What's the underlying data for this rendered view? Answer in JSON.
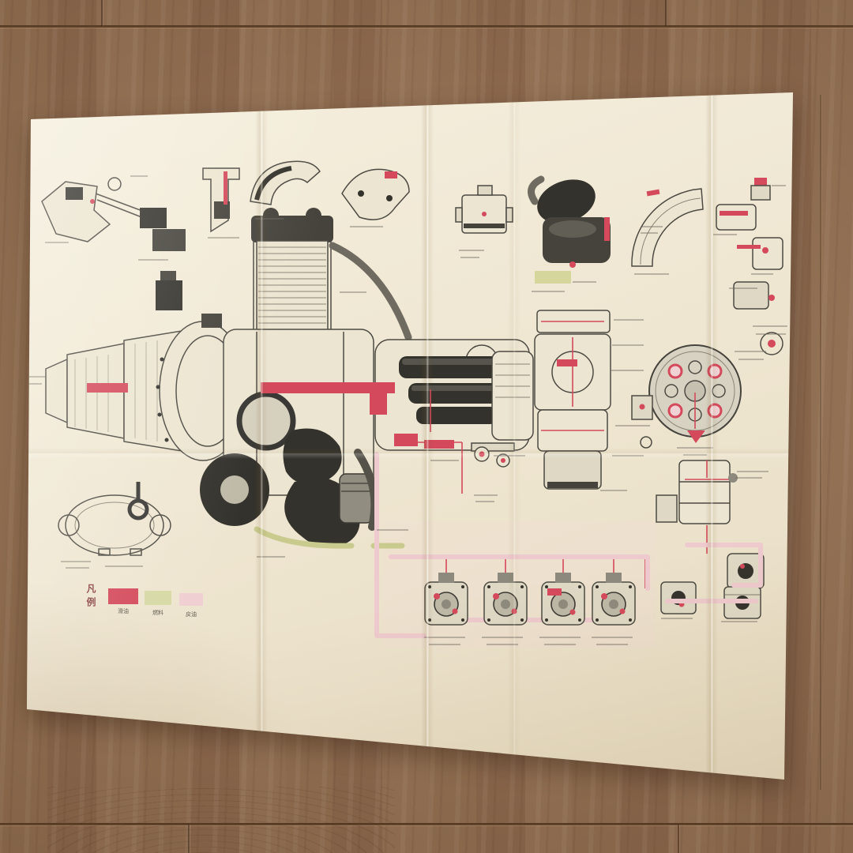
{
  "scene": {
    "description": "Folded vintage Japanese aero-engine oil and fuel system cutaway diagram photographed on a wooden table",
    "table_wood_color": "#8c684b",
    "paper_color": "#f0e8d4"
  },
  "legend": {
    "title": "凡例",
    "items": [
      {
        "name": "pressure-oil",
        "label": "滑油",
        "color": "#d4495b"
      },
      {
        "name": "fuel",
        "label": "燃料",
        "color": "#d6d9a4"
      },
      {
        "name": "return-oil",
        "label": "戻油",
        "color": "#f0ced2"
      }
    ]
  },
  "diagram": {
    "ink_color": "#4c4a42",
    "accent_red": "#d4495b",
    "pale_pink": "#eec9cd",
    "pale_olive": "#d4d69c"
  }
}
